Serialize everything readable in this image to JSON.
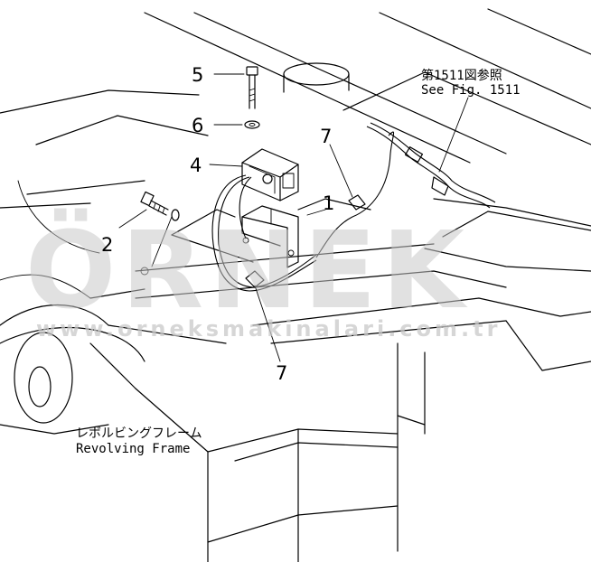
{
  "callouts": {
    "c1": "1",
    "c2": "2",
    "c4": "4",
    "c5": "5",
    "c6": "6",
    "c7a": "7",
    "c7b": "7"
  },
  "reference_note": {
    "line1": "第1511図参照",
    "line2": "See Fig. 1511"
  },
  "frame_label": {
    "line1": "レボルビングフレーム",
    "line2": "Revolving Frame"
  },
  "watermark": {
    "logo_text": "ÖRNEK",
    "url": "www.orneksmakinalari.com.tr",
    "color": "#c8c8c8"
  }
}
